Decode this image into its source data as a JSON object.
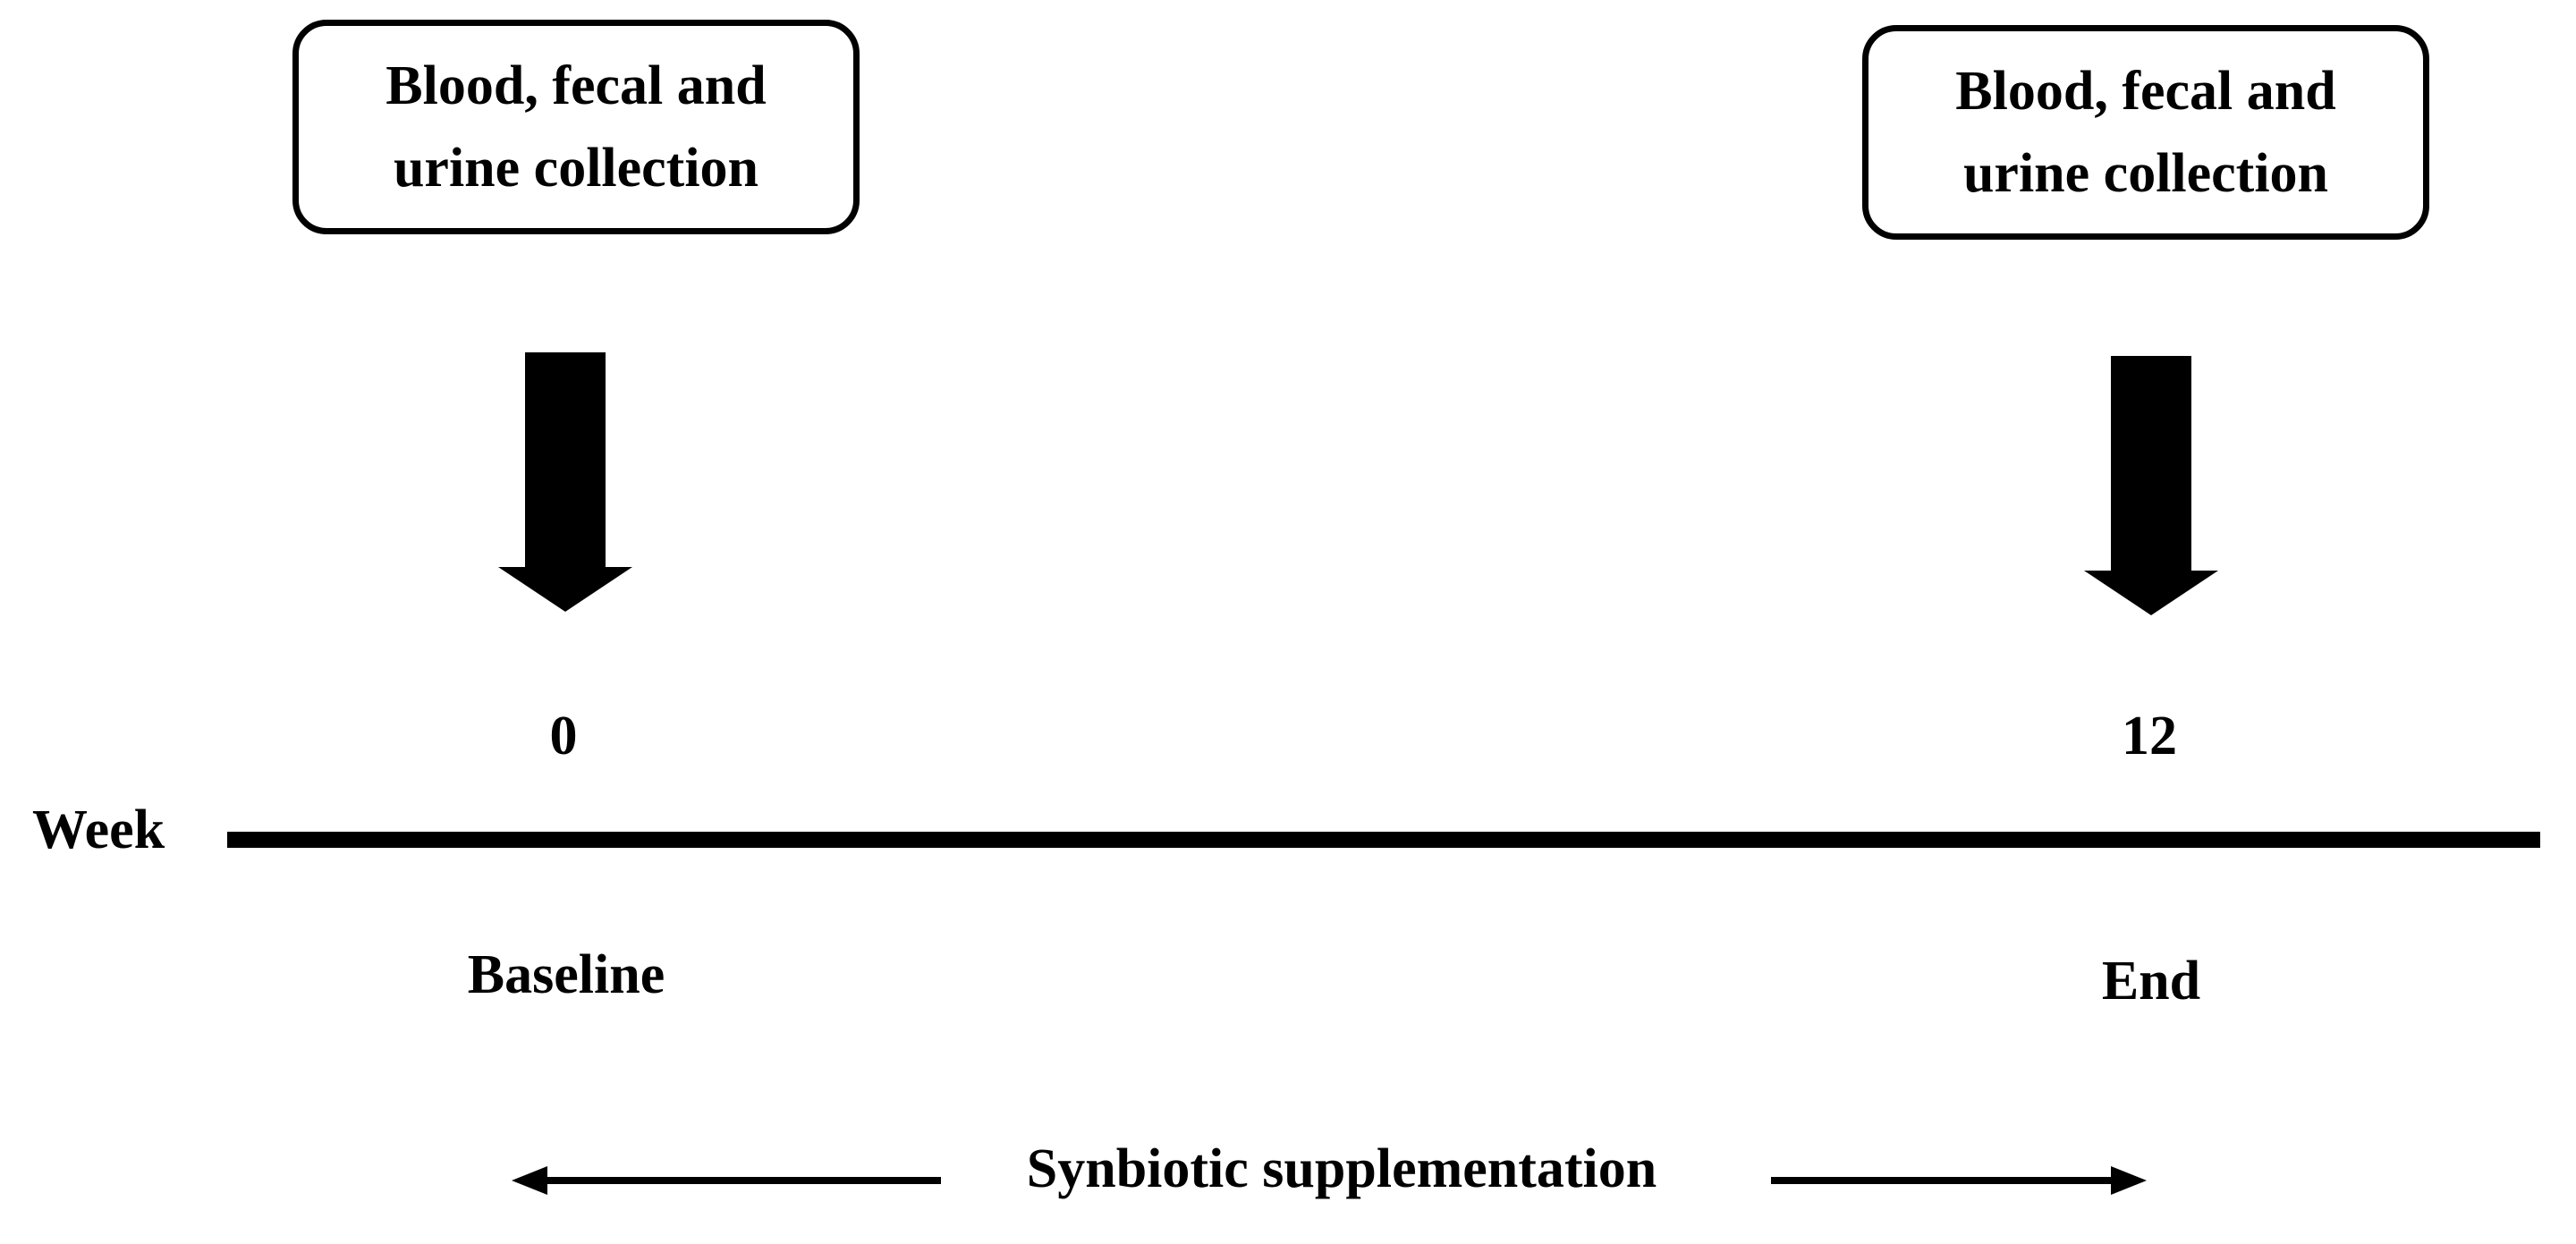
{
  "boxes": {
    "start": {
      "line1": "Blood, fecal and",
      "line2": "urine collection"
    },
    "end": {
      "line1": "Blood, fecal and",
      "line2": "urine collection"
    }
  },
  "timeline": {
    "axis_label": "Week",
    "ticks": [
      "0",
      "12"
    ],
    "phases": [
      "Baseline",
      "End"
    ]
  },
  "supplementation_label": "Synbiotic supplementation",
  "colors": {
    "ink": "#000000",
    "background": "#ffffff"
  }
}
